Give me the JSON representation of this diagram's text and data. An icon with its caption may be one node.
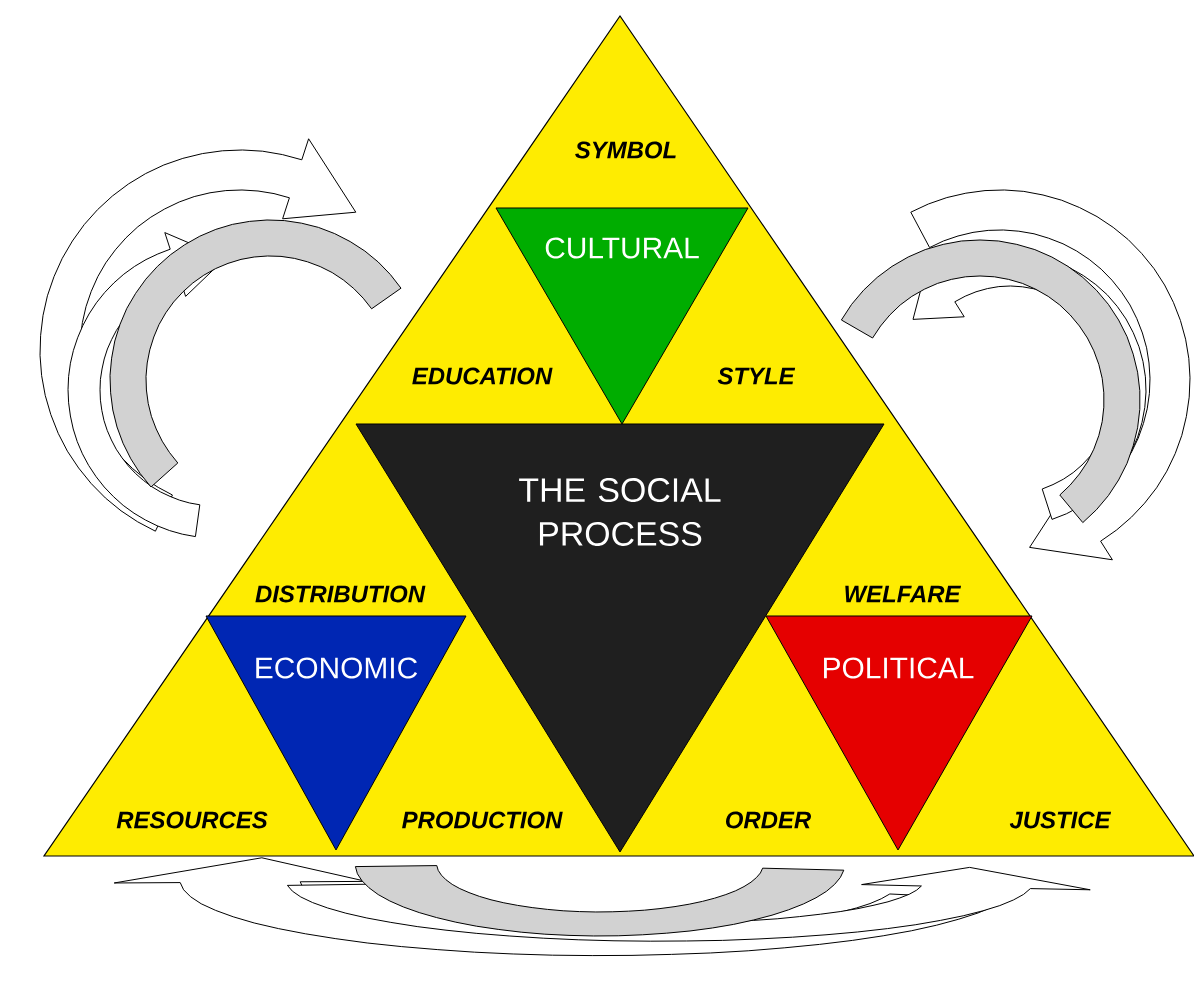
{
  "diagram": {
    "nodes": [
      {
        "text": [
          "CULTURAL"
        ]
      },
      {
        "text": [
          "THE SOCIAL PROCESS"
        ]
      },
      {
        "text": [
          "ECONOMIC"
        ]
      },
      {
        "text": [
          "POLITICAL"
        ]
      }
    ],
    "labels": [
      "SYMBOL",
      "EDUCATION",
      "STYLE",
      "DISTRIBUTION",
      "WELFARE",
      "RESOURCES",
      "PRODUCTION",
      "ORDER",
      "JUSTICE"
    ]
  }
}
